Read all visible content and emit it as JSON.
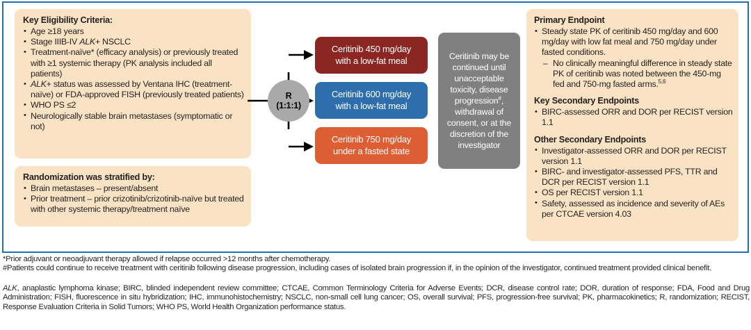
{
  "colors": {
    "frame_border": "#1f6fb5",
    "cream_box": "#fae3c4",
    "arm_450": "#8b2622",
    "arm_600": "#2e6ead",
    "arm_750": "#de5e33",
    "randomization_node": "#a9a9a9",
    "continuation_box": "#808080",
    "text": "#231f20"
  },
  "eligibility": {
    "title": "Key Eligibility Criteria:",
    "items": [
      "Age ≥18 years",
      "Stage IIIB-IV ALK+ NSCLC",
      "Treatment-naïve* (efficacy analysis) or previously treated with ≥1 systemic therapy (PK analysis included all patients)",
      "ALK+ status was assessed by Ventana IHC (treatment-naïve) or FDA-approved FISH (previously treated patients)",
      "WHO PS ≤2",
      "Neurologically stable brain metastases (symptomatic or not)"
    ]
  },
  "randomization_box": {
    "title": "Randomization was stratified by:",
    "items": [
      "Brain metastases – present/absent",
      "Prior treatment – prior crizotinib/crizotinib-naïve but treated with other systemic therapy/treatment naïve"
    ]
  },
  "randomization_node": {
    "label": "R",
    "ratio": "(1:1:1)"
  },
  "arms": [
    {
      "id": "arm-450",
      "line1": "Ceritinib 450 mg/day",
      "line2": "with a low-fat meal",
      "color": "#8b2622"
    },
    {
      "id": "arm-600",
      "line1": "Ceritinib 600 mg/day",
      "line2": "with a low-fat meal",
      "color": "#2e6ead"
    },
    {
      "id": "arm-750",
      "line1": "Ceritinib 750 mg/day",
      "line2": "under a fasted state",
      "color": "#de5e33"
    }
  ],
  "continuation": {
    "text": "Ceritinib may be continued until unacceptable toxicity, disease progression#, withdrawal of consent, or at the discretion of the investigator"
  },
  "endpoints": {
    "primary_title": "Primary Endpoint",
    "primary_bullet": "Steady state PK of ceritinib 450 mg/day and 600 mg/day with low fat meal and 750 mg/day under fasted conditions.",
    "primary_sub": "No clinically meaningful difference in steady state PK of ceritinib was noted between the 450-mg fed and 750-mg fasted arms.",
    "primary_sub_refs": "5,6",
    "key_secondary_title": "Key Secondary Endpoints",
    "key_secondary_items": [
      "BIRC-assessed ORR and DOR per RECIST version 1.1"
    ],
    "other_secondary_title": "Other Secondary Endpoints",
    "other_secondary_items": [
      "Investigator-assessed ORR and DOR per RECIST version 1.1",
      "BIRC- and investigator-assessed PFS, TTR and DCR per RECIST version 1.1",
      "OS per RECIST version 1.1",
      "Safety, assessed as incidence and severity of AEs per CTCAE version 4.03"
    ]
  },
  "footnotes": {
    "star": "*Prior adjuvant or neoadjuvant therapy allowed if relapse occurred >12 months after chemotherapy.",
    "hash": "#Patients could continue to receive treatment with ceritinib following disease progression, including cases of isolated brain progression if, in the opinion of the investigator, continued treatment provided clinical benefit."
  },
  "abbreviations": {
    "lead_italic": "ALK",
    "text": ", anaplastic lymphoma kinase; BIRC, blinded independent review committee; CTCAE, Common Terminology Criteria for Adverse Events; DCR, disease control rate; DOR, duration of response; FDA, Food and Drug Administration; FISH, fluorescence in situ hybridization; IHC, immunohistochemistry; NSCLC, non-small cell lung cancer; OS, overall survival; PFS, progression-free survival; PK, pharmacokinetics; R, randomization; RECIST, Response Evaluation Criteria in Solid Tumors; WHO PS, World Health Organization performance status."
  }
}
